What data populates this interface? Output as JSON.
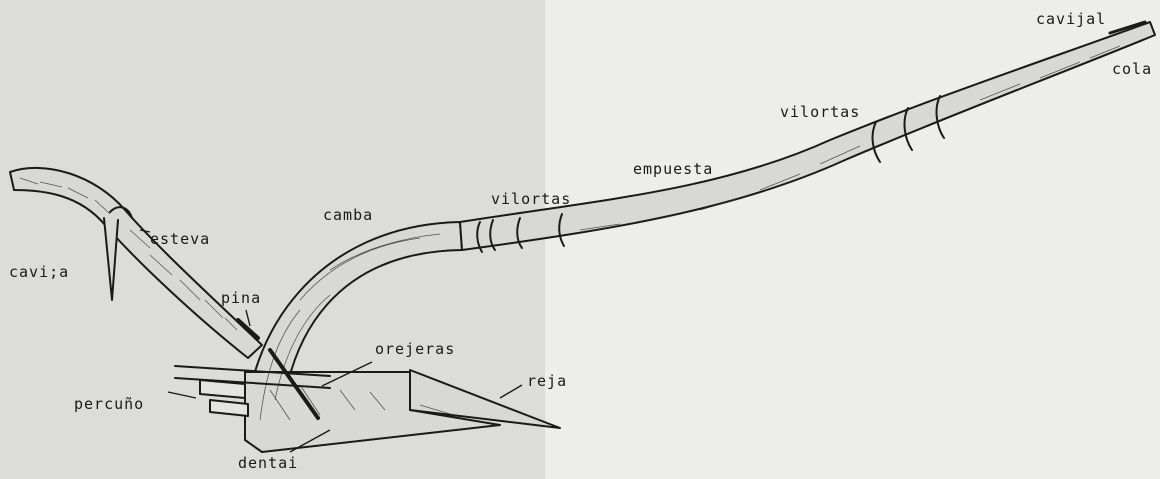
{
  "diagram": {
    "labels": {
      "cavijal": "cavijal",
      "cola": "cola",
      "vilortas_upper": "vilortas",
      "empuesta": "empuesta",
      "vilortas_lower": "vilortas",
      "camba": "camba",
      "esteva": "esteva",
      "cavija": "cavi;a",
      "pina": "pina",
      "orejeras": "orejeras",
      "reja": "reja",
      "percuno": "percuño",
      "dental": "dentai"
    },
    "colors": {
      "ink": "#1a1a1a",
      "wood": "#d8d8d6"
    }
  }
}
